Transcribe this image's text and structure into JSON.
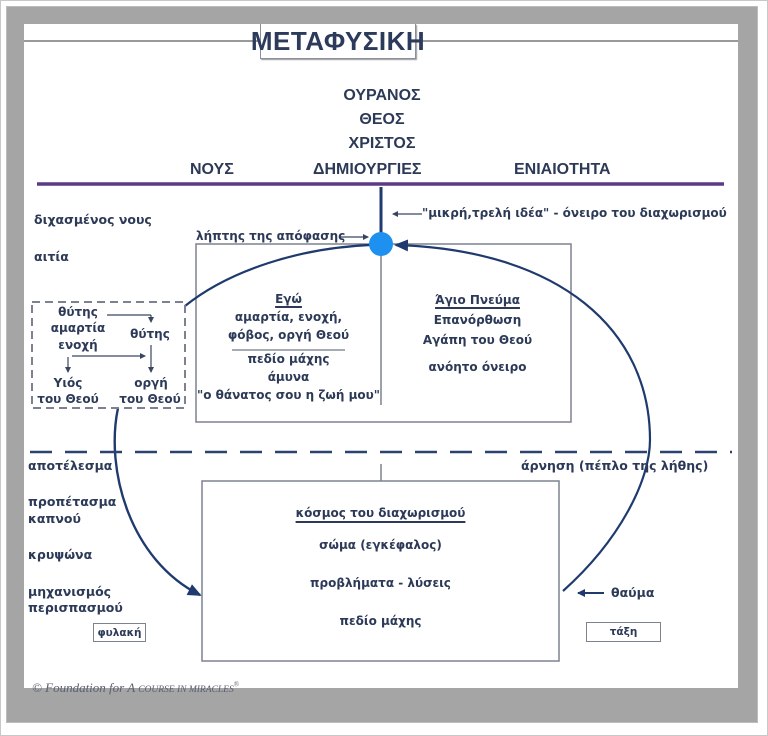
{
  "title": "ΜΕΤΑΦΥΣΙΚΗ",
  "heaven": {
    "lines": [
      "ΟΥΡΑΝΟΣ",
      "ΘΕΟΣ",
      "ΧΡΙΣΤΟΣ"
    ],
    "left": "ΝΟΥΣ",
    "center": "ΔΗΜΙΟΥΡΓΙΕΣ",
    "right": "ΕΝΙΑΙΟΤΗΤΑ"
  },
  "left_labels": {
    "split_mind": "διχασμένος νους",
    "cause": "αιτία",
    "effect": "αποτέλεσμα",
    "smokescreen_1": "προπέτασμα",
    "smokescreen_2": "καπνού",
    "hideout": "κρυψώνα",
    "distraction_1": "μηχανισμός",
    "distraction_2": "περισπασμού"
  },
  "decision_maker": "λήπτης της απόφασης",
  "tiny_mad_idea": "\"μικρή,τρελή ιδέα\" - όνειρο του διαχωρισμού",
  "ego_box": {
    "heading": "Εγώ",
    "line1": "αμαρτία, ενοχή,",
    "line2": "φόβος, οργή Θεού",
    "line3": "πεδίο μάχης",
    "line4": "άμυνα",
    "line5": "\"ο θάνατος σου η ζωή μου\""
  },
  "holy_spirit_box": {
    "heading": "Άγιο Πνεύμα",
    "line1": "Επανόρθωση",
    "line2": "Αγάπη του Θεού",
    "line3": "ανόητο όνειρο"
  },
  "cycle_box": {
    "victim_top": "θύτης",
    "sin": "αμαρτία",
    "guilt": "ενοχή",
    "victim_right": "θύτης",
    "son_1": "Υιός",
    "son_2": "του Θεού",
    "wrath_1": "οργή",
    "wrath_2": "του Θεού"
  },
  "denial": "άρνηση (πέπλο της λήθης)",
  "world_box": {
    "heading": "κόσμος του διαχωρισμού",
    "line1": "σώμα (εγκέφαλος)",
    "line2": "προβλήματα - λύσεις",
    "line3": "πεδίο μάχης"
  },
  "miracle": "θαύμα",
  "prison_tag": "φυλακή",
  "order_tag": "τάξη",
  "copyright": {
    "prefix": "© Foundation for A ",
    "course": "Course in",
    "miracles": " Miracles",
    "mark": "®"
  },
  "colors": {
    "navy": "#1f3a6e",
    "text": "#2c3a58",
    "purple_rule": "#5b3a86",
    "decision_dot": "#1e90f0",
    "box_border": "#7d8290",
    "mat": "#a5a5a5"
  }
}
